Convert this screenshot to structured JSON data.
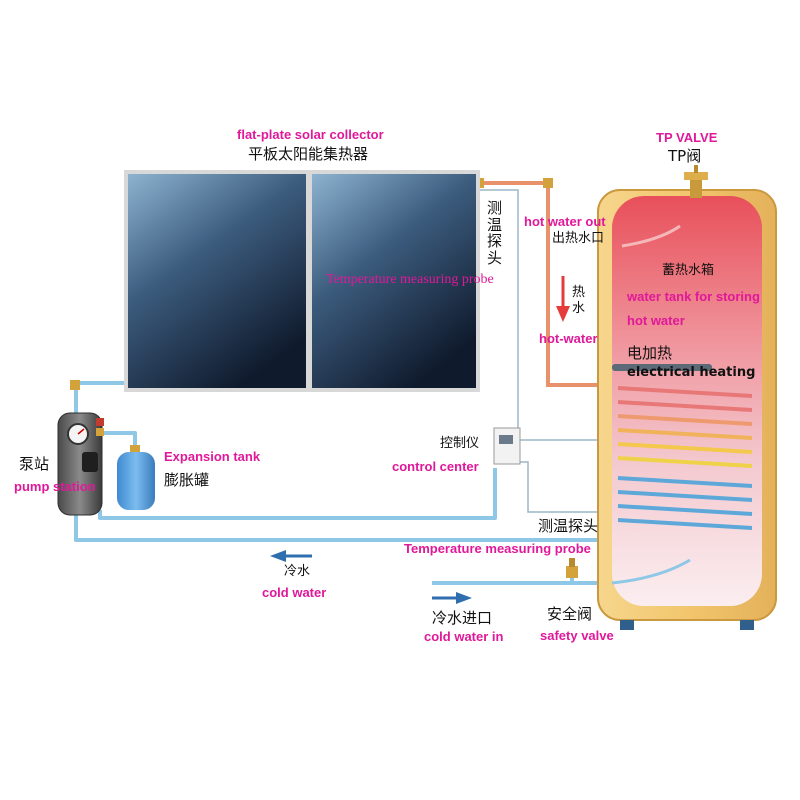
{
  "labels": {
    "collector_en": "flat-plate solar collector",
    "collector_cn": "平板太阳能集热器",
    "tp_valve_en": "TP VALVE",
    "tp_valve_cn": "TP阀",
    "probe_top_cn_1": "测",
    "probe_top_cn_2": "温",
    "probe_top_cn_3": "探",
    "probe_top_cn_4": "头",
    "hot_water_out_en": "hot water out",
    "hot_water_out_cn": "出热水口",
    "tank_cn": "蓄热水箱",
    "tank_en_1": "water tank for storing",
    "tank_en_2": "hot water",
    "probe_top_en": "Temperature measuring probe",
    "hot_water_cn_1": "热",
    "hot_water_cn_2": "水",
    "hot_water_en": "hot-water",
    "electric_cn": "电加热",
    "electric_en": "electrical heating",
    "controller_cn": "控制仪",
    "controller_en": "control center",
    "expansion_en": "Expansion tank",
    "expansion_cn": "膨胀罐",
    "pump_cn": "泵站",
    "pump_en": "pump station",
    "probe_bottom_cn": "测温探头",
    "probe_bottom_en": "Temperature measuring probe",
    "cold_water_cn": "冷水",
    "cold_water_en": "cold water",
    "cold_in_cn": "冷水进口",
    "cold_in_en": "cold water in",
    "safety_cn": "安全阀",
    "safety_en": "safety valve"
  },
  "colors": {
    "label_accent": "#e0189a",
    "pipe_cold": "#8fc8e6",
    "pipe_hot": "#e8916a",
    "tank_shell": "#f2c66d",
    "arrow_hot": "#e63b3b",
    "arrow_cold": "#2f6fb0"
  }
}
